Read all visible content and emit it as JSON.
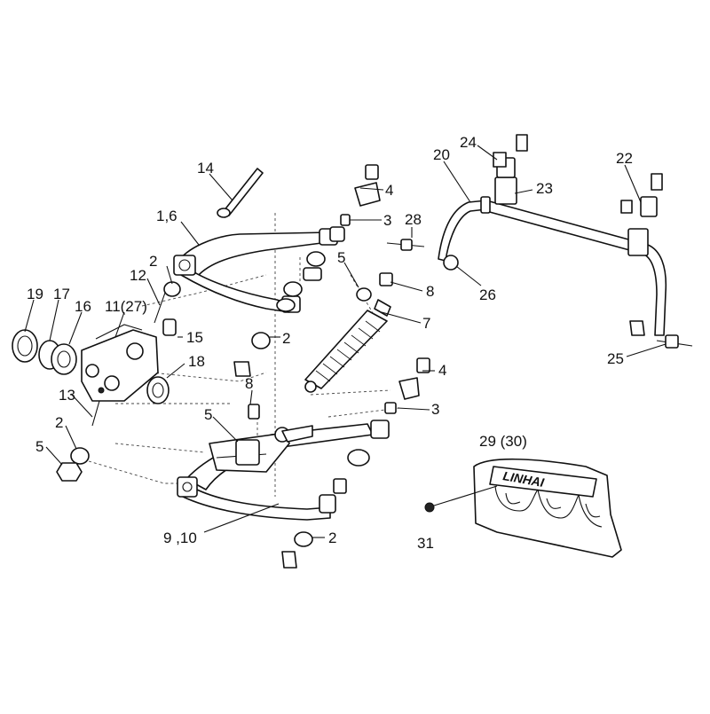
{
  "diagram": {
    "callouts": {
      "c14": "14",
      "c4_top": "4",
      "c1_6": "1,6",
      "c3_top": "3",
      "c28": "28",
      "c2_upper": "2",
      "c5_upper": "5",
      "c8_upper": "8",
      "c12": "12",
      "c19": "19",
      "c17": "17",
      "c16": "16",
      "c11_27": "11(27)",
      "c15": "15",
      "c7": "7",
      "c2_mid": "2",
      "c18": "18",
      "c8_lower": "8",
      "c4_lower": "4",
      "c13": "13",
      "c3_lower": "3",
      "c5_mid": "5",
      "c2_lower_left": "2",
      "c5_lower_left": "5",
      "c9_10": "9 ,10",
      "c2_bottom": "2",
      "c24": "24",
      "c20": "20",
      "c22": "22",
      "c23": "23",
      "c26": "26",
      "c25": "25",
      "c29_30": "29 (30)",
      "c31": "31"
    },
    "brand_mark": "LINHAI"
  }
}
